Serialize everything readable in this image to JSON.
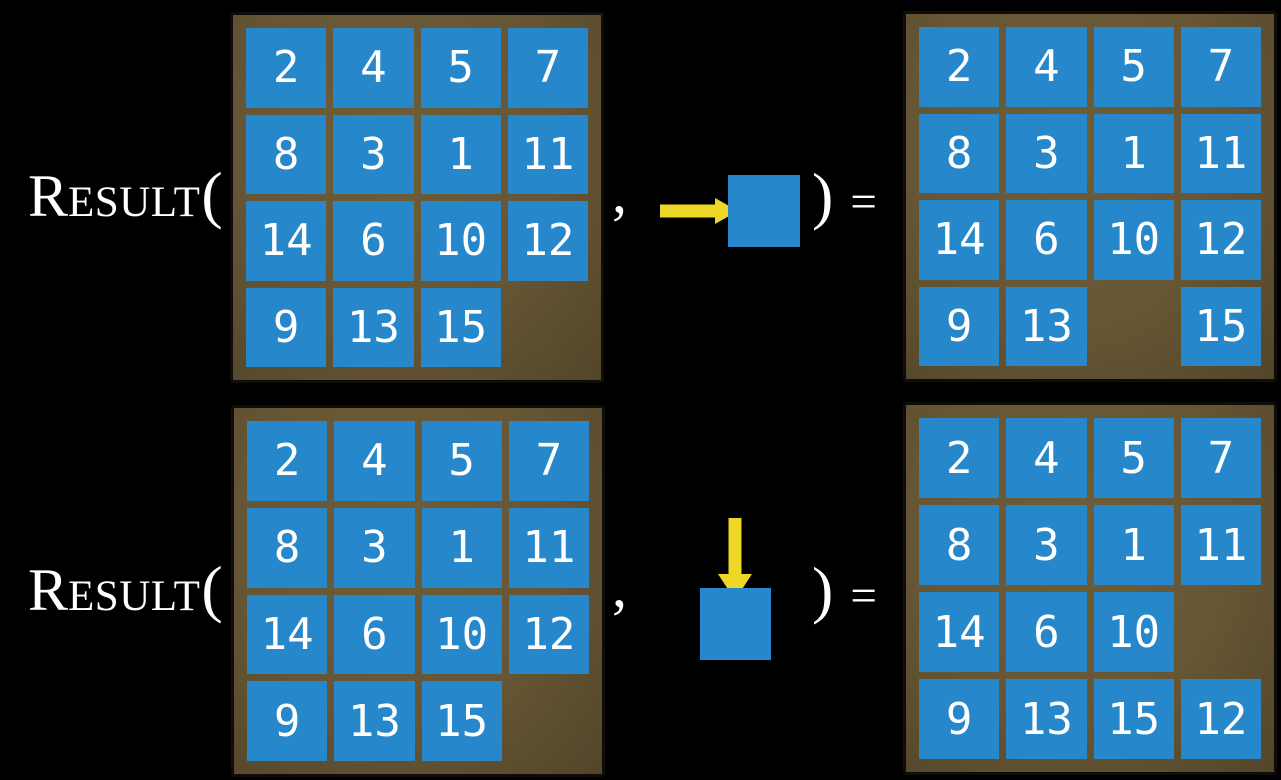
{
  "colors": {
    "background": "#000000",
    "tile_blue": "#2688ca",
    "board_brown": "#665634",
    "board_brown_light": "#6e5d38",
    "board_brown_dark": "#52452a",
    "board_border": "#0e0d09",
    "arrow_yellow": "#edd826",
    "text_white": "#ffffff"
  },
  "function_label": {
    "initial": "R",
    "rest": "ESULT",
    "open_paren": "(",
    "comma": ",",
    "close_paren": ")",
    "equals": "="
  },
  "boards": {
    "start": [
      [
        "2",
        "4",
        "5",
        "7"
      ],
      [
        "8",
        "3",
        "1",
        "11"
      ],
      [
        "14",
        "6",
        "10",
        "12"
      ],
      [
        "9",
        "13",
        "15",
        ""
      ]
    ],
    "after_move_right": [
      [
        "2",
        "4",
        "5",
        "7"
      ],
      [
        "8",
        "3",
        "1",
        "11"
      ],
      [
        "14",
        "6",
        "10",
        "12"
      ],
      [
        "9",
        "13",
        "",
        "15"
      ]
    ],
    "after_move_down": [
      [
        "2",
        "4",
        "5",
        "7"
      ],
      [
        "8",
        "3",
        "1",
        "11"
      ],
      [
        "14",
        "6",
        "10",
        ""
      ],
      [
        "9",
        "13",
        "15",
        "12"
      ]
    ]
  },
  "equations": [
    {
      "name": "result-move-right",
      "function": "Result",
      "argument_board": "start",
      "action_icon": "right-arrow-into-blank-tile",
      "action": "right",
      "result_board": "after_move_right"
    },
    {
      "name": "result-move-down",
      "function": "Result",
      "argument_board": "start",
      "action_icon": "down-arrow-into-blank-tile",
      "action": "down",
      "result_board": "after_move_down"
    }
  ]
}
